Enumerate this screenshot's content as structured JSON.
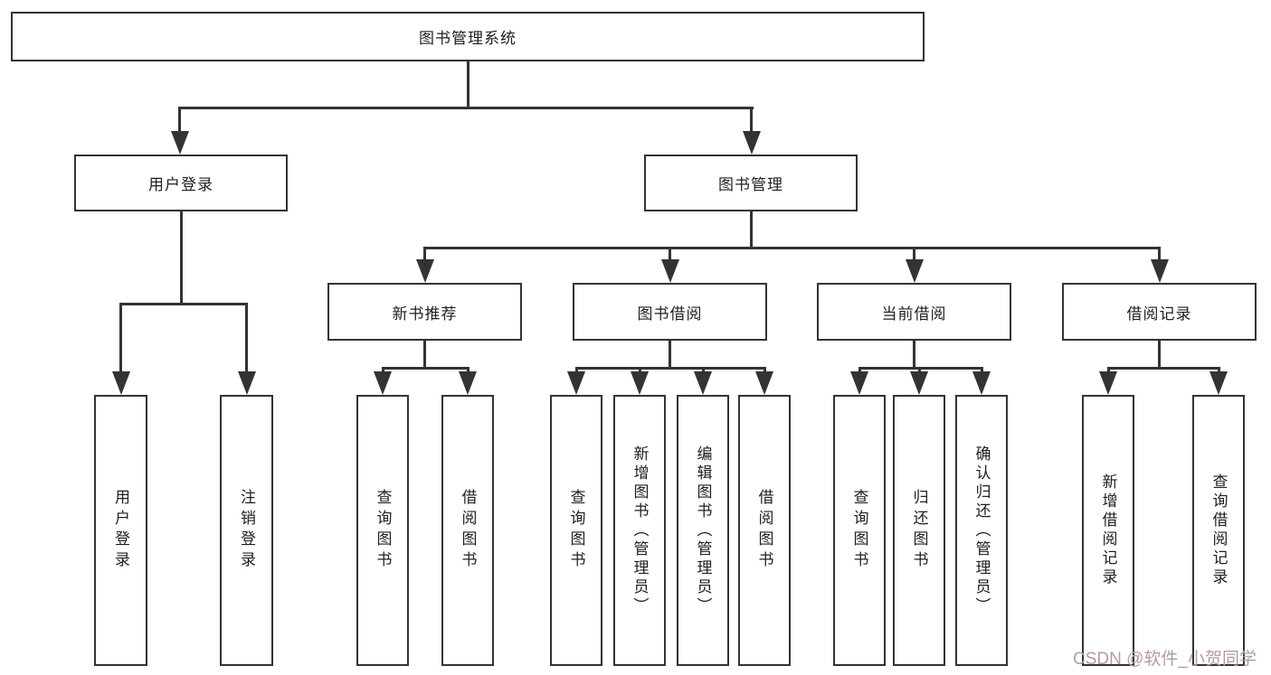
{
  "diagram": {
    "title_node": "图书管理系统",
    "level2": [
      {
        "label": "用户登录"
      },
      {
        "label": "图书管理"
      }
    ],
    "level3": [
      {
        "label": "新书推荐"
      },
      {
        "label": "图书借阅"
      },
      {
        "label": "当前借阅"
      },
      {
        "label": "借阅记录"
      }
    ],
    "leaves": [
      {
        "label": "用户登录"
      },
      {
        "label": "注销登录"
      },
      {
        "label": "查询图书"
      },
      {
        "label": "借阅图书"
      },
      {
        "label": "查询图书"
      },
      {
        "label": "新增图书（管理员）"
      },
      {
        "label": "编辑图书（管理员）"
      },
      {
        "label": "借阅图书"
      },
      {
        "label": "查询图书"
      },
      {
        "label": "归还图书"
      },
      {
        "label": "确认归还（管理员）"
      },
      {
        "label": "新增借阅记录"
      },
      {
        "label": "查询借阅记录"
      }
    ],
    "watermark": "CSDN @软件_小贺同学",
    "colors": {
      "line": "#333333",
      "box_border": "#333333",
      "box_fill": "#ffffff",
      "text": "#1f1f1f",
      "watermark": "#b39c9c"
    }
  }
}
